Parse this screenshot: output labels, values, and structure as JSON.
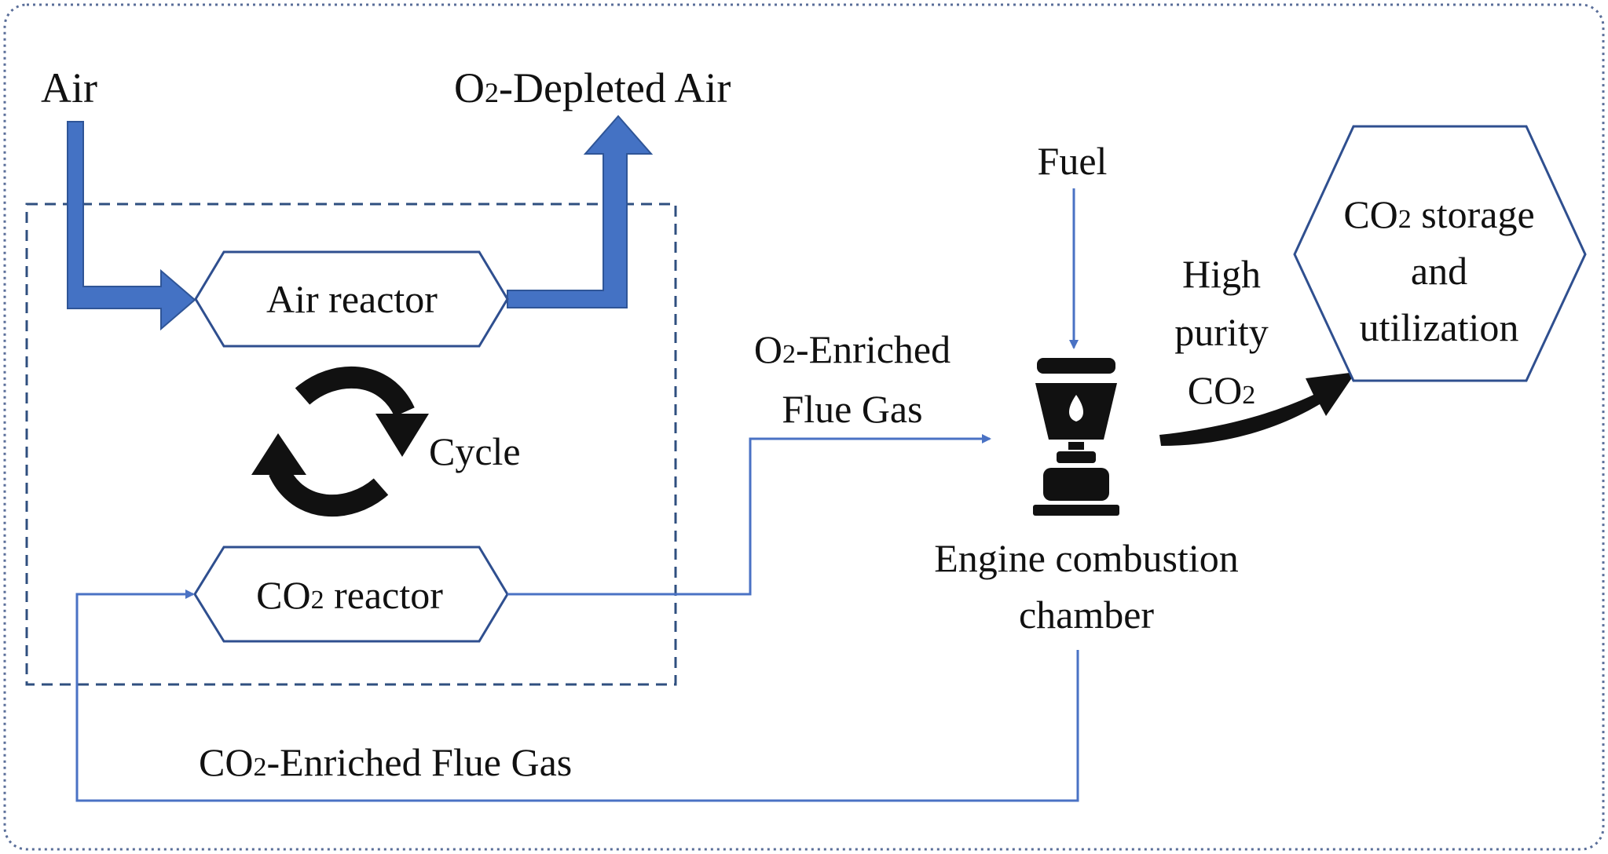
{
  "colors": {
    "flow_line": "#4a72c4",
    "flow_thick": "#4472c4",
    "shape_border": "#2f4f8f",
    "dashed_box": "#2f4f7f",
    "outer_frame": "#5a6e99",
    "icon": "#111111",
    "text": "#111111",
    "background": "#ffffff"
  },
  "icons": {
    "cycle": "cycle-arrows-icon",
    "burner": "lantern-burner-icon",
    "big_arrow": "curved-arrow-icon"
  },
  "labels": {
    "air_in": "Air",
    "o2_depleted_pre": "O",
    "o2_depleted_sub": "2",
    "o2_depleted_post": "-Depleted Air",
    "air_reactor": "Air reactor",
    "cycle": "Cycle",
    "co2_reactor_pre": "CO",
    "co2_reactor_sub": "2",
    "co2_reactor_post": " reactor",
    "o2_flue_line1_pre": "O",
    "o2_flue_line1_sub": "2",
    "o2_flue_line1_post": "-Enriched",
    "o2_flue_line2": "Flue Gas",
    "fuel": "Fuel",
    "engine_line1": "Engine combustion",
    "engine_line2": "chamber",
    "high_purity_line1": "High",
    "high_purity_line2": "purity",
    "high_purity_line3_pre": "CO",
    "high_purity_line3_sub": "2",
    "storage_line1_pre": "CO",
    "storage_line1_sub": "2",
    "storage_line1_post": " storage",
    "storage_line2": "and",
    "storage_line3": "utilization",
    "co2_flue_pre": "CO",
    "co2_flue_sub": "2",
    "co2_flue_post": "-Enriched Flue Gas"
  }
}
